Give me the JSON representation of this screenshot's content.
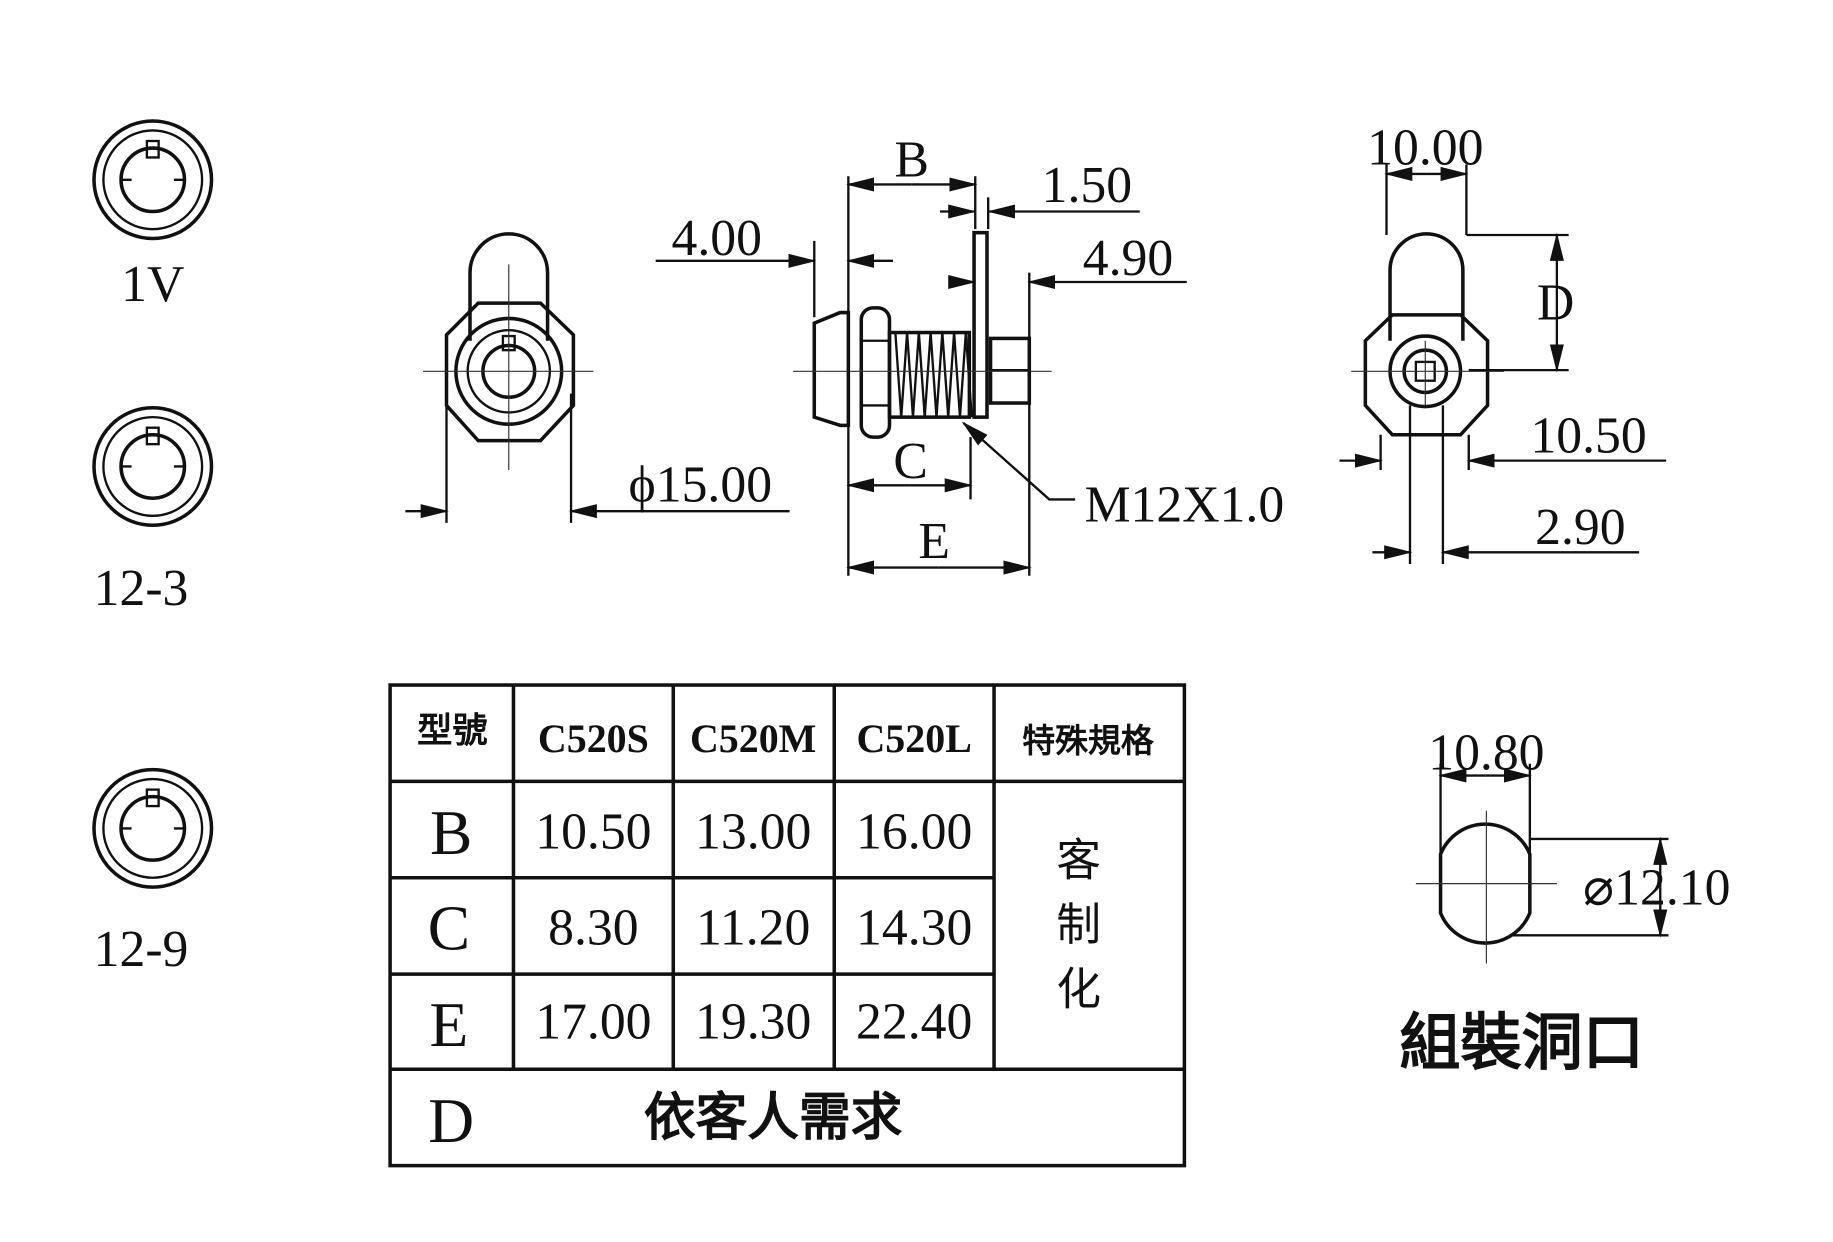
{
  "key_faces": [
    {
      "label": "1V"
    },
    {
      "label": "12-3"
    },
    {
      "label": "12-9"
    }
  ],
  "front_view": {
    "diameter_label": "ϕ15.00"
  },
  "side_view": {
    "dim_b": "B",
    "dim_c": "C",
    "dim_e": "E",
    "dim_4_00": "4.00",
    "dim_1_50": "1.50",
    "dim_4_90": "4.90",
    "thread": "M12X1.0"
  },
  "rear_view": {
    "dim_10_00": "10.00",
    "dim_d": "D",
    "dim_10_50": "10.50",
    "dim_2_90": "2.90"
  },
  "mounting_hole": {
    "width": "10.80",
    "diameter": "⌀12.10",
    "title": "組裝洞口"
  },
  "table": {
    "header": [
      "型號",
      "C520S",
      "C520M",
      "C520L",
      "特殊規格"
    ],
    "rows": [
      {
        "label": "B",
        "values": [
          "10.50",
          "13.00",
          "16.00"
        ]
      },
      {
        "label": "C",
        "values": [
          "8.30",
          "11.20",
          "14.30"
        ]
      },
      {
        "label": "E",
        "values": [
          "17.00",
          "19.30",
          "22.40"
        ]
      }
    ],
    "special": [
      "客",
      "制",
      "化"
    ],
    "d_row": {
      "label": "D",
      "text": "依客人需求"
    }
  },
  "colors": {
    "ink": "#111111",
    "background": "#ffffff"
  }
}
